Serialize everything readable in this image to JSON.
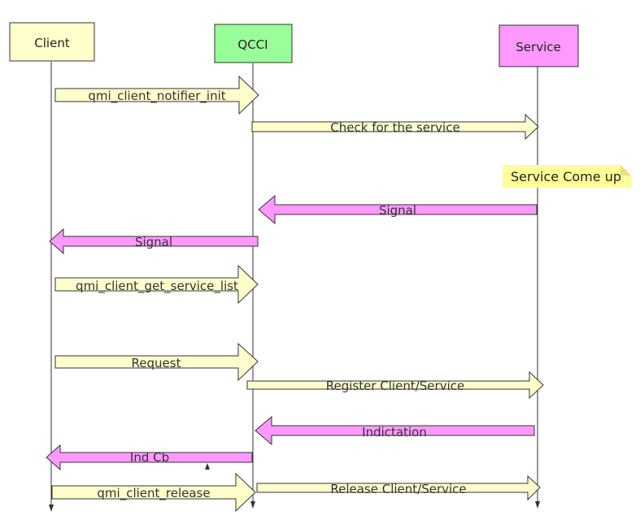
{
  "participants": [
    {
      "name": "Client",
      "fill": "#ffffcc"
    },
    {
      "name": "QCCI",
      "fill": "#99ff99"
    },
    {
      "name": "Service",
      "fill": "#ff99ff"
    }
  ],
  "messages": [
    {
      "label": "qmi_client_notifier_init",
      "kind": "call"
    },
    {
      "label": "Check for the service",
      "kind": "call"
    },
    {
      "label": "Signal",
      "kind": "signal"
    },
    {
      "label": "Signal",
      "kind": "signal"
    },
    {
      "label": "qmi_client_get_service_list",
      "kind": "call"
    },
    {
      "label": "Request",
      "kind": "call"
    },
    {
      "label": "Register Client/Service",
      "kind": "call"
    },
    {
      "label": "Indictation",
      "kind": "signal"
    },
    {
      "label": "Ind Cb",
      "kind": "signal"
    },
    {
      "label": "qmi_client_release",
      "kind": "call"
    },
    {
      "label": "Release Client/Service",
      "kind": "call"
    }
  ],
  "note": {
    "text": "Service Come up",
    "fill": "#ffff99"
  },
  "colors": {
    "call_fill": "#ffffcc",
    "signal_fill": "#ff99ff",
    "stroke": "#333333",
    "lifeline": "#333333"
  }
}
